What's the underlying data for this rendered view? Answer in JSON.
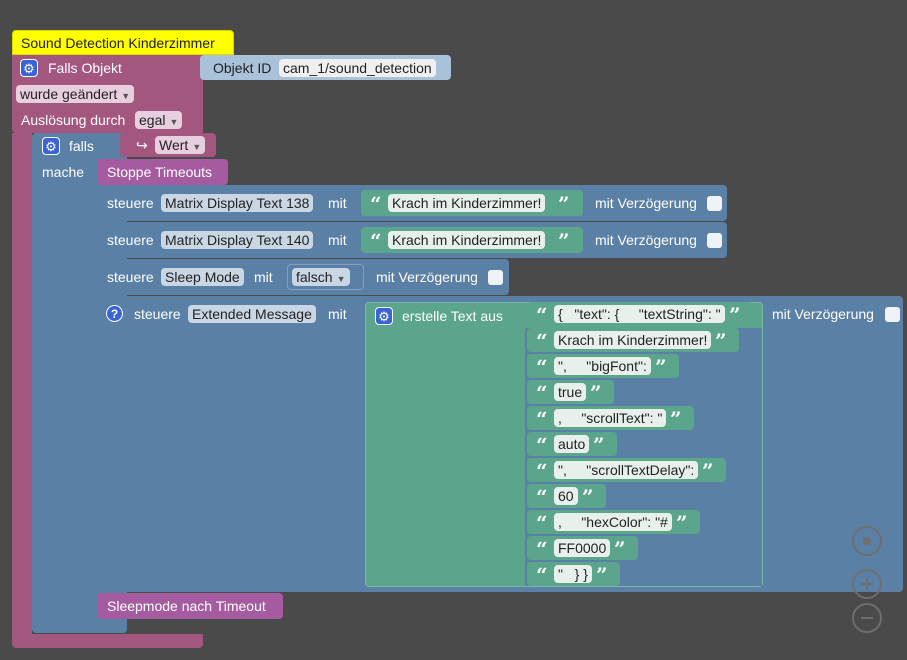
{
  "hat": {
    "title": "Sound Detection Kinderzimmer"
  },
  "trigger": {
    "label": "Falls Objekt",
    "object_id_label": "Objekt ID",
    "object_id_value": "cam_1/sound_detection",
    "changed_dropdown": "wurde geändert",
    "trigger_label": "Auslösung durch",
    "trigger_dropdown": "egal"
  },
  "if_block": {
    "if_label": "falls",
    "do_label": "mache",
    "value_dropdown": "Wert",
    "value_prefix": "↪"
  },
  "stop_timeouts": {
    "label": "Stoppe Timeouts"
  },
  "control_rows": [
    {
      "steuere": "steuere",
      "target": "Matrix Display Text 138",
      "mit": "mit",
      "text": "Krach im Kinderzimmer!",
      "delay": "mit Verzögerung"
    },
    {
      "steuere": "steuere",
      "target": "Matrix Display Text 140",
      "mit": "mit",
      "text": "Krach im Kinderzimmer!",
      "delay": "mit Verzögerung"
    }
  ],
  "sleep_row": {
    "steuere": "steuere",
    "target": "Sleep Mode",
    "mit": "mit",
    "value": "falsch",
    "delay": "mit Verzögerung"
  },
  "extended_row": {
    "steuere": "steuere",
    "target": "Extended Message",
    "mit": "mit",
    "create_text": "erstelle Text aus",
    "delay": "mit Verzögerung",
    "texts": [
      "{   \"text\": {     \"textString\": \"",
      "Krach im Kinderzimmer!",
      "\",     \"bigFont\":",
      "true",
      ",     \"scrollText\": \"",
      "auto",
      "\",     \"scrollTextDelay\":",
      "60",
      ",     \"hexColor\": \"#",
      "FF0000",
      "\"   } }"
    ]
  },
  "sleepmode_timeout": {
    "label": "Sleepmode nach Timeout"
  },
  "colors": {
    "background": "#4a4a4a",
    "hat": "#ffff00",
    "trigger": "#a3567e",
    "logic": "#5b80a5",
    "timeouts": "#a55ba0",
    "text": "#5ba58c"
  },
  "icons": {
    "gear": "gear-icon",
    "help": "help-icon",
    "quote": "quote-icon",
    "zoom_reset": "target-icon",
    "zoom_in": "zoom-in-icon",
    "zoom_out": "zoom-out-icon"
  }
}
